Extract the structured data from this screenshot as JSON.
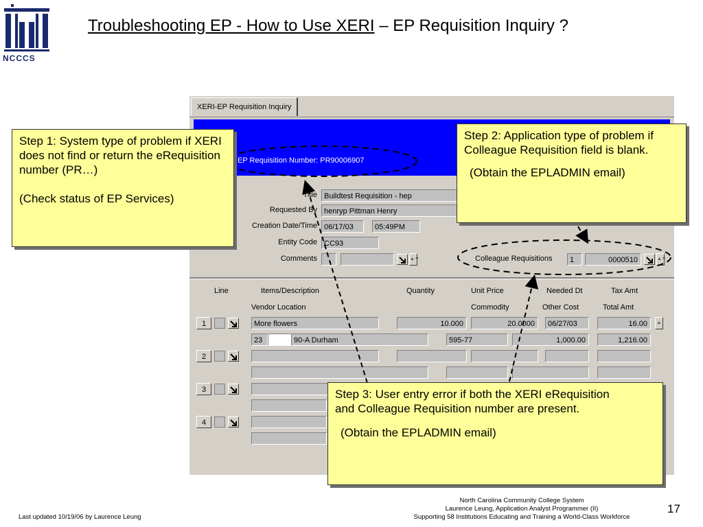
{
  "logo": {
    "text": "NCCCS"
  },
  "slide": {
    "title_underlined": "Troubleshooting EP - How to Use XERI",
    "title_rest": " – EP Requisition Inquiry ?"
  },
  "window": {
    "tab_label": "XERI-EP Requisition Inquiry",
    "banner_label": "EP Requisition Number:  PR90006907",
    "header_labels": {
      "title": "Title",
      "requested_by": "Requested By",
      "creation_date": "Creation Date/Time",
      "entity_code": "Entity Code",
      "comments": "Comments",
      "colleague_req": "Colleague Requisitions"
    },
    "header_values": {
      "title": "Buildtest Requisition - hep",
      "requested_by": "henryp Pittman Henry",
      "creation_date": "06/17/03",
      "creation_time": "05:49PM",
      "entity_code": "CC93",
      "colleague_req_index": "1",
      "colleague_req_value": "0000510"
    },
    "columns_row1": [
      "Line",
      "Items/Description",
      "Quantity",
      "Unit Price",
      "Needed Dt",
      "Tax Amt"
    ],
    "columns_row2": [
      "Vendor Location",
      "Commodity",
      "Other Cost",
      "Total Amt"
    ],
    "lines": [
      {
        "no": "1",
        "description": "More flowers",
        "quantity": "10.000",
        "unit_price": "20.0000",
        "needed_dt": "06/27/03",
        "tax_amt": "16.00",
        "vendor_a": "23",
        "vendor_b": "90-A Durham",
        "commodity": "595-77",
        "other_cost": "1,000.00",
        "total_amt": "1,216.00"
      },
      {
        "no": "2"
      },
      {
        "no": "3"
      },
      {
        "no": "4"
      }
    ]
  },
  "callouts": {
    "step1_main": "Step 1:   System type of problem if XERI does not find or return the eRequisition number (PR…)",
    "step1_sub": "(Check status of EP Services)",
    "step2_main": "Step 2:   Application type of problem if Colleague Requisition field is blank.",
    "step2_sub": "(Obtain the EPLADMIN email)",
    "step3_main": "Step 3: User entry error if both the XERI eRequisition and Colleague Requisition number are present.",
    "step3_sub": "(Obtain the EPLADMIN email)"
  },
  "footer": {
    "left": "Last updated 10/19/06 by Laurence Leung",
    "center_line1": "North Carolina Community College System",
    "center_line2": "Laurence Leung, Application Analyst Programmer (II)",
    "center_line3": "Supporting 58 Institutions Educating and Training a World-Class Workforce",
    "page": "17"
  },
  "colors": {
    "banner": "#0000ff",
    "callout": "#ffff99",
    "logo": "#1a2a6c",
    "window": "#d4d0c8"
  },
  "icons": [
    "nccccs-logo",
    "lov-arrow-icon",
    "scroll-arrow-icon"
  ]
}
